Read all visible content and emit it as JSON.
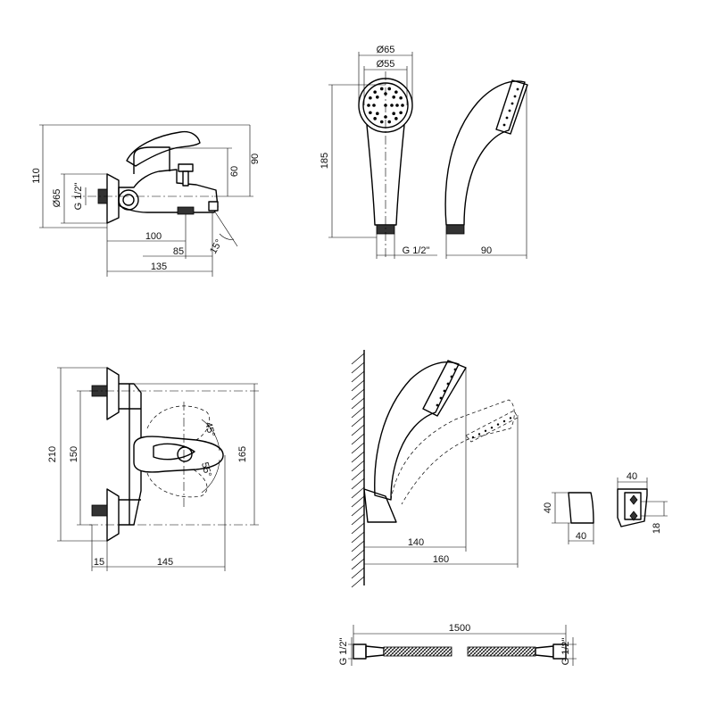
{
  "labels": {
    "mixer_side": {
      "d110": "110",
      "d65": "Ø65",
      "thread": "G 1/2\"",
      "d60": "60",
      "d90": "90",
      "d100": "100",
      "d85": "85",
      "d135": "135",
      "angle": "15°"
    },
    "shower_front": {
      "d65": "Ø65",
      "d55": "Ø55",
      "d185": "185",
      "thread": "G 1/2\""
    },
    "shower_side": {
      "d90": "90"
    },
    "mixer_top": {
      "d210": "210",
      "d150": "150",
      "d165": "165",
      "d15": "15",
      "d145": "145",
      "angle45": "45°",
      "angle55": "55°"
    },
    "holder_assembly": {
      "d140": "140",
      "d160": "160"
    },
    "bracket": {
      "d40_top": "40",
      "d40_left": "40",
      "d40_bottom": "40",
      "d18": "18"
    },
    "hose": {
      "d1500": "1500",
      "thread_left": "G 1/2\"",
      "thread_right": "G 1/2\""
    }
  }
}
